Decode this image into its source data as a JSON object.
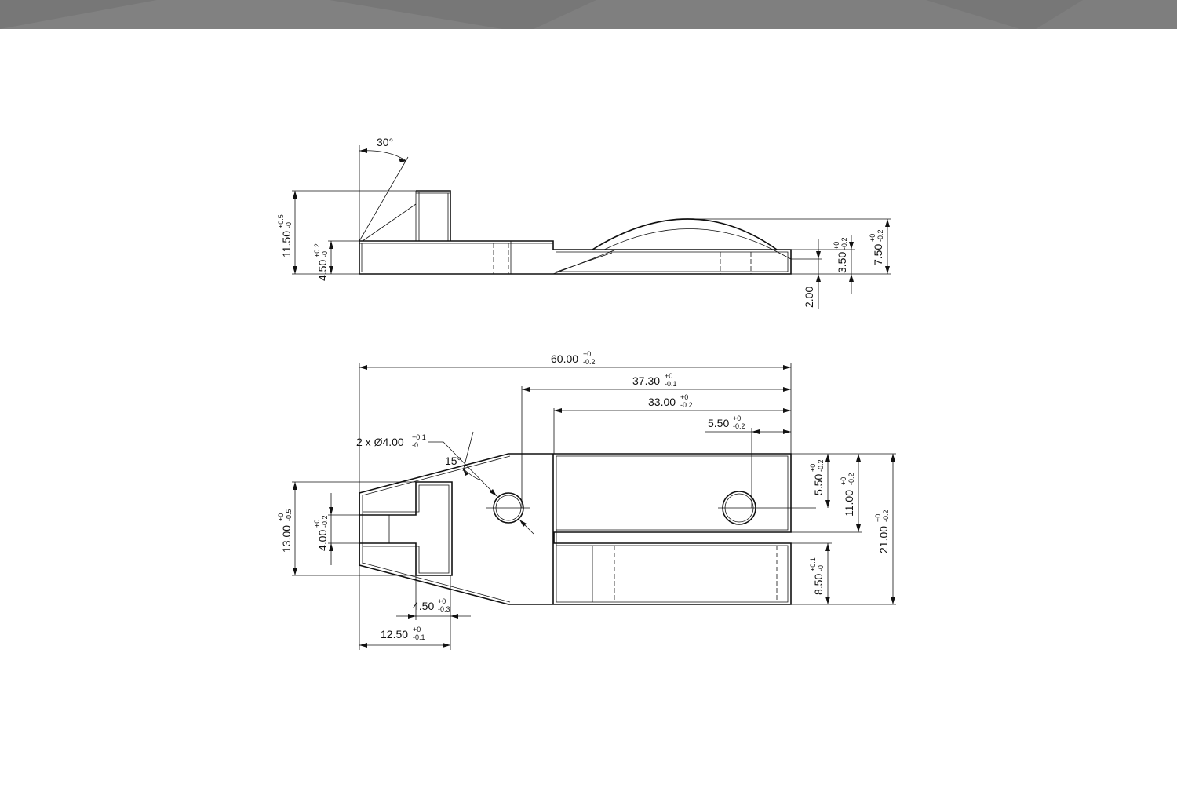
{
  "colors": {
    "banner": "#777777",
    "banner_light": "#8a8a8a",
    "line": "#111111"
  },
  "dims": {
    "angle30": {
      "value": "30°"
    },
    "h1150": {
      "value": "11.50",
      "tol_u": "+0.5",
      "tol_l": "-0"
    },
    "h450": {
      "value": "4.50",
      "tol_u": "+0.2",
      "tol_l": "-0"
    },
    "h750": {
      "value": "7.50",
      "tol_u": "+0",
      "tol_l": "-0.2"
    },
    "h350": {
      "value": "3.50",
      "tol_u": "+0",
      "tol_l": "-0.2"
    },
    "h200": {
      "value": "2.00"
    },
    "w6000": {
      "value": "60.00",
      "tol_u": "+0",
      "tol_l": "-0.2"
    },
    "w3730": {
      "value": "37.30",
      "tol_u": "+0",
      "tol_l": "-0.1"
    },
    "w3300": {
      "value": "33.00",
      "tol_u": "+0",
      "tol_l": "-0.2"
    },
    "w550": {
      "value": "5.50",
      "tol_u": "+0",
      "tol_l": "-0.2"
    },
    "hole": {
      "value": "2 x Ø4.00",
      "tol_u": "+0.1",
      "tol_l": "-0"
    },
    "angle15": {
      "value": "15°"
    },
    "v1300": {
      "value": "13.00",
      "tol_u": "+0",
      "tol_l": "-0.5"
    },
    "v400": {
      "value": "4.00",
      "tol_u": "+0",
      "tol_l": "-0.2"
    },
    "w450b": {
      "value": "4.50",
      "tol_u": "+0",
      "tol_l": "-0.3"
    },
    "w1250": {
      "value": "12.50",
      "tol_u": "+0",
      "tol_l": "-0.1"
    },
    "v550": {
      "value": "5.50",
      "tol_u": "+0",
      "tol_l": "-0.2"
    },
    "v1100": {
      "value": "11.00",
      "tol_u": "+0",
      "tol_l": "-0.2"
    },
    "v2100": {
      "value": "21.00",
      "tol_u": "+0",
      "tol_l": "-0.2"
    },
    "v850": {
      "value": "8.50",
      "tol_u": "+0.1",
      "tol_l": "-0"
    }
  }
}
